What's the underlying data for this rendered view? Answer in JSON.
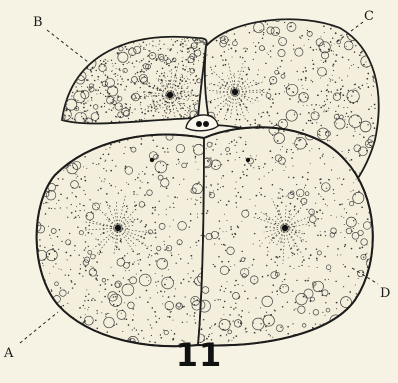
{
  "figure": {
    "number": "11",
    "labels": {
      "a": "A",
      "b": "B",
      "c": "C",
      "d": "D"
    }
  }
}
